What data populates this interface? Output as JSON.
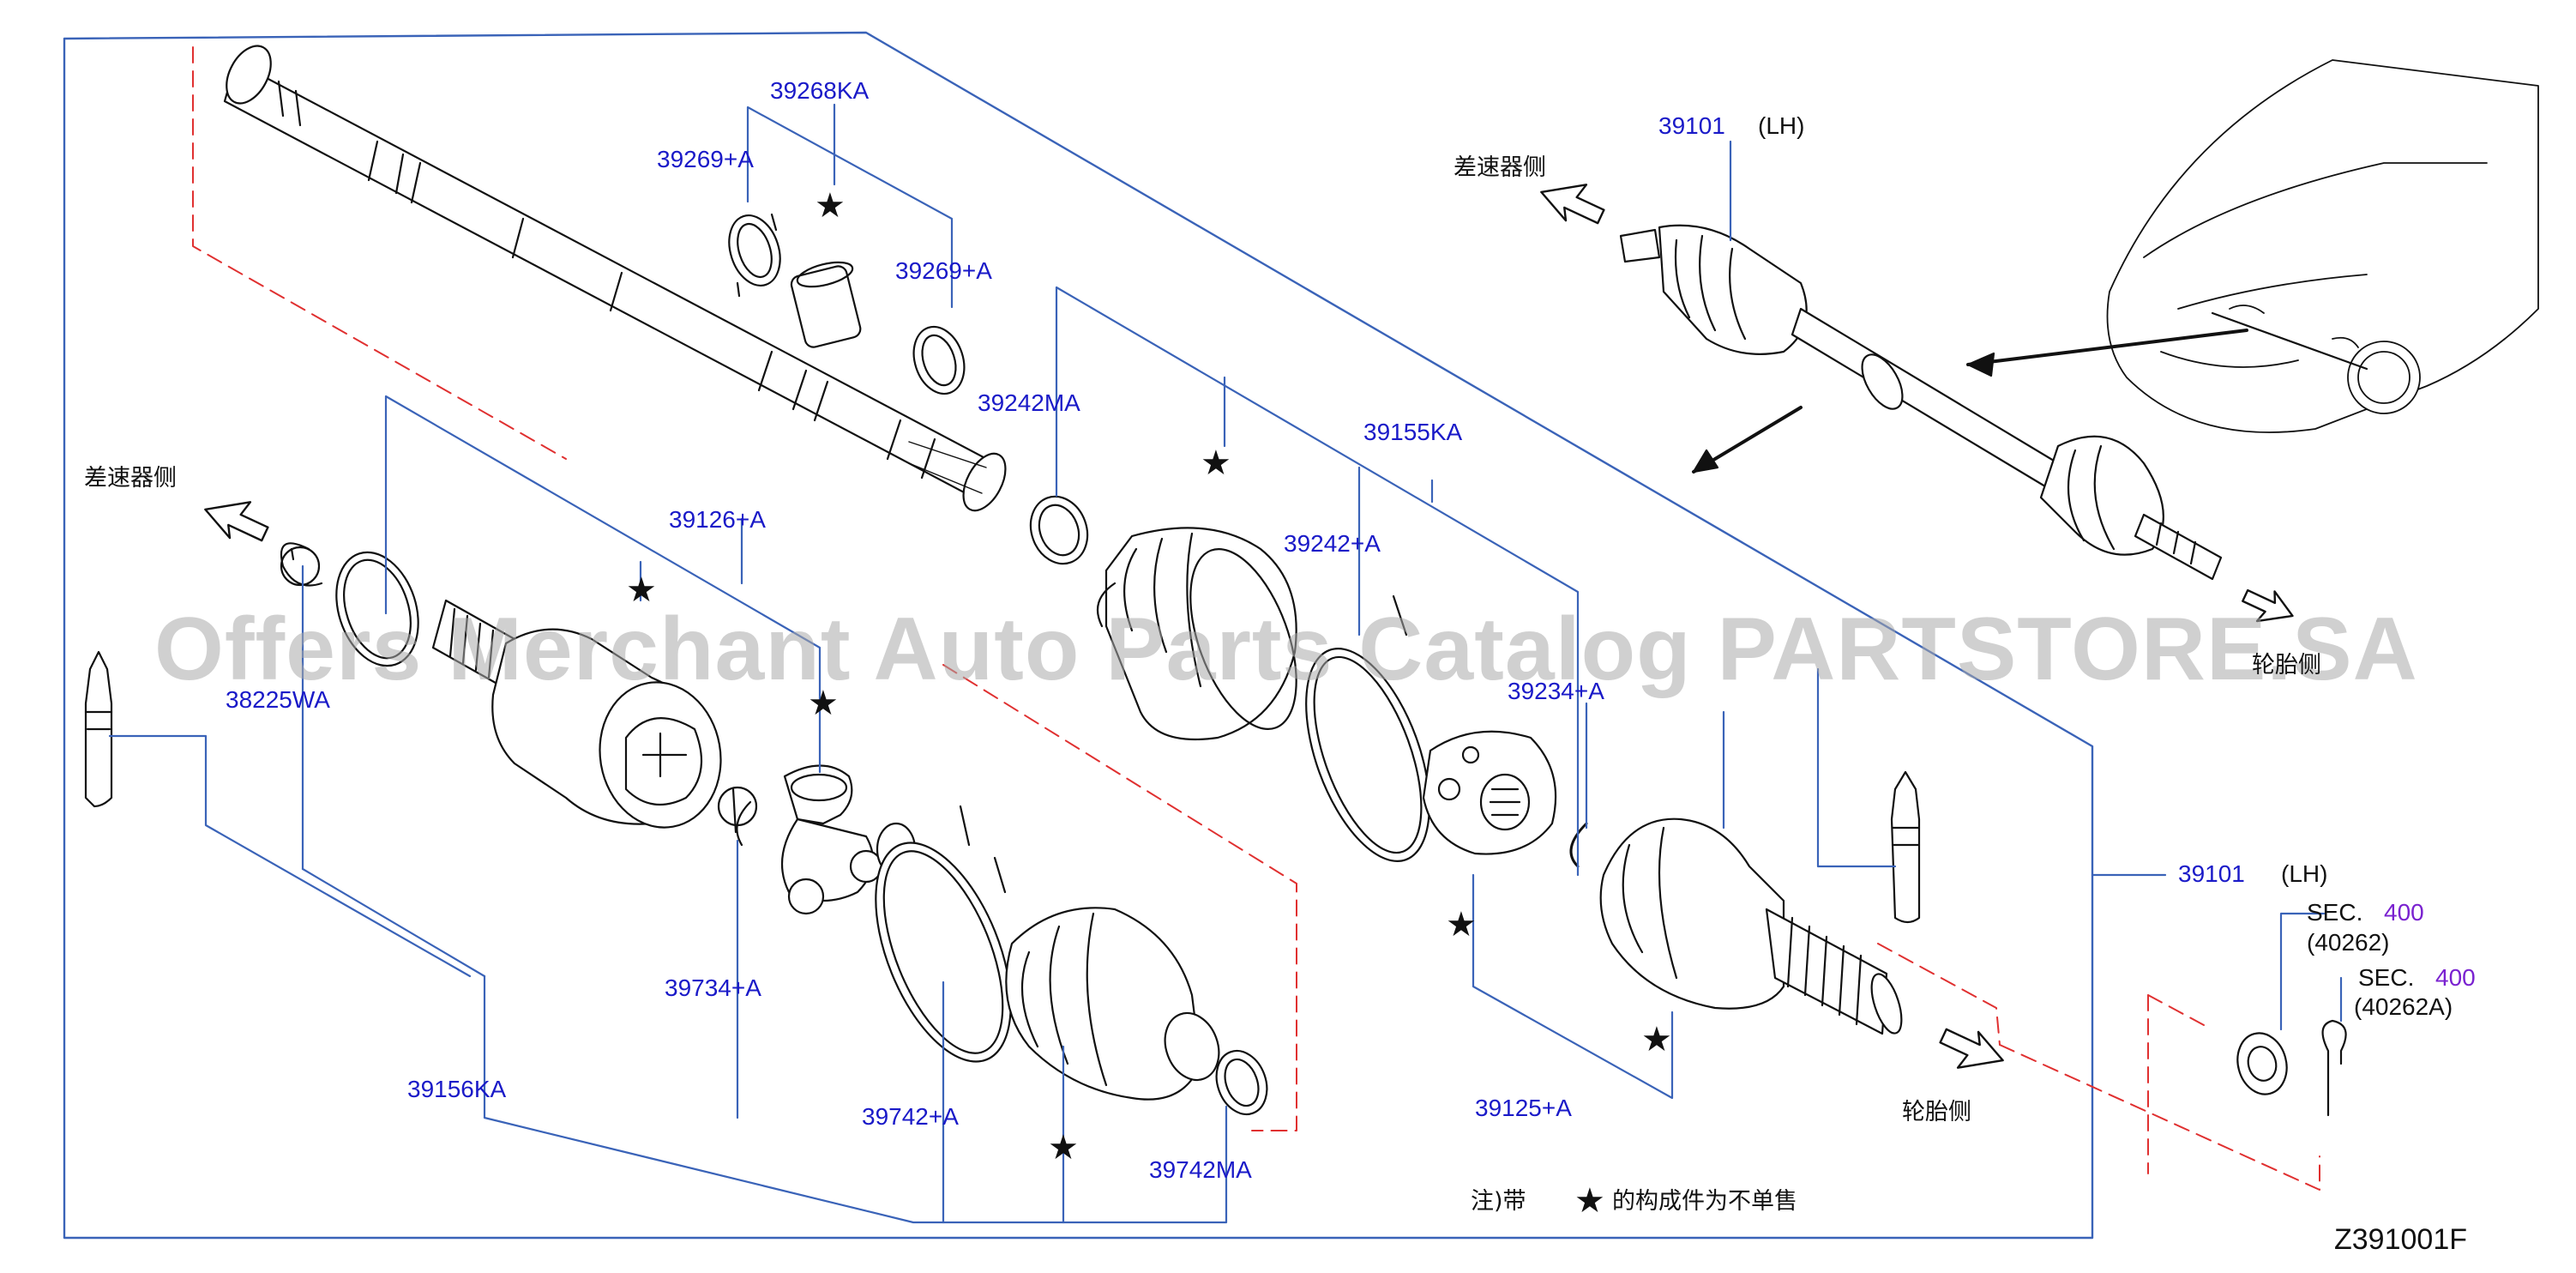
{
  "diagram": {
    "id": "Z391001F",
    "watermark": "Offers Merchant Auto Parts Catalog PARTSTORE.SA",
    "note": {
      "prefix": "注)带",
      "star": "★",
      "suffix": "的构成件为不单售"
    },
    "side_labels": {
      "differential_left": "差速器侧",
      "differential_right": "差速器侧",
      "wheel_bottom": "轮胎侧",
      "wheel_right": "轮胎侧"
    },
    "part_numbers": {
      "p39268KA": "39268KA",
      "p39269A_left": "39269+A",
      "p39269A_right": "39269+A",
      "p39242MA": "39242MA",
      "p39155KA": "39155KA",
      "p39242A": "39242+A",
      "p39126A": "39126+A",
      "p38225WA": "38225WA",
      "p39234A": "39234+A",
      "p39101_top": "39101",
      "p39101_top_side": "(LH)",
      "p39101_right": "39101",
      "p39101_right_side": "(LH)",
      "p39734A": "39734+A",
      "p39156KA": "39156KA",
      "p39742A": "39742+A",
      "p39742MA": "39742MA",
      "p39125A": "39125+A",
      "sec1_label": "SEC.",
      "sec1_num": "400",
      "sec1_ref": "(40262)",
      "sec2_label": "SEC.",
      "sec2_num": "400",
      "sec2_ref": "(40262A)"
    },
    "colors": {
      "callout_line": "#3a63b8",
      "part_label": "#1a1ac8",
      "section_ref": "#7a22d0",
      "dashed_line": "#e03030",
      "drawing": "#111111"
    },
    "icons": [
      "arrow-outline-icon",
      "star-icon"
    ]
  }
}
